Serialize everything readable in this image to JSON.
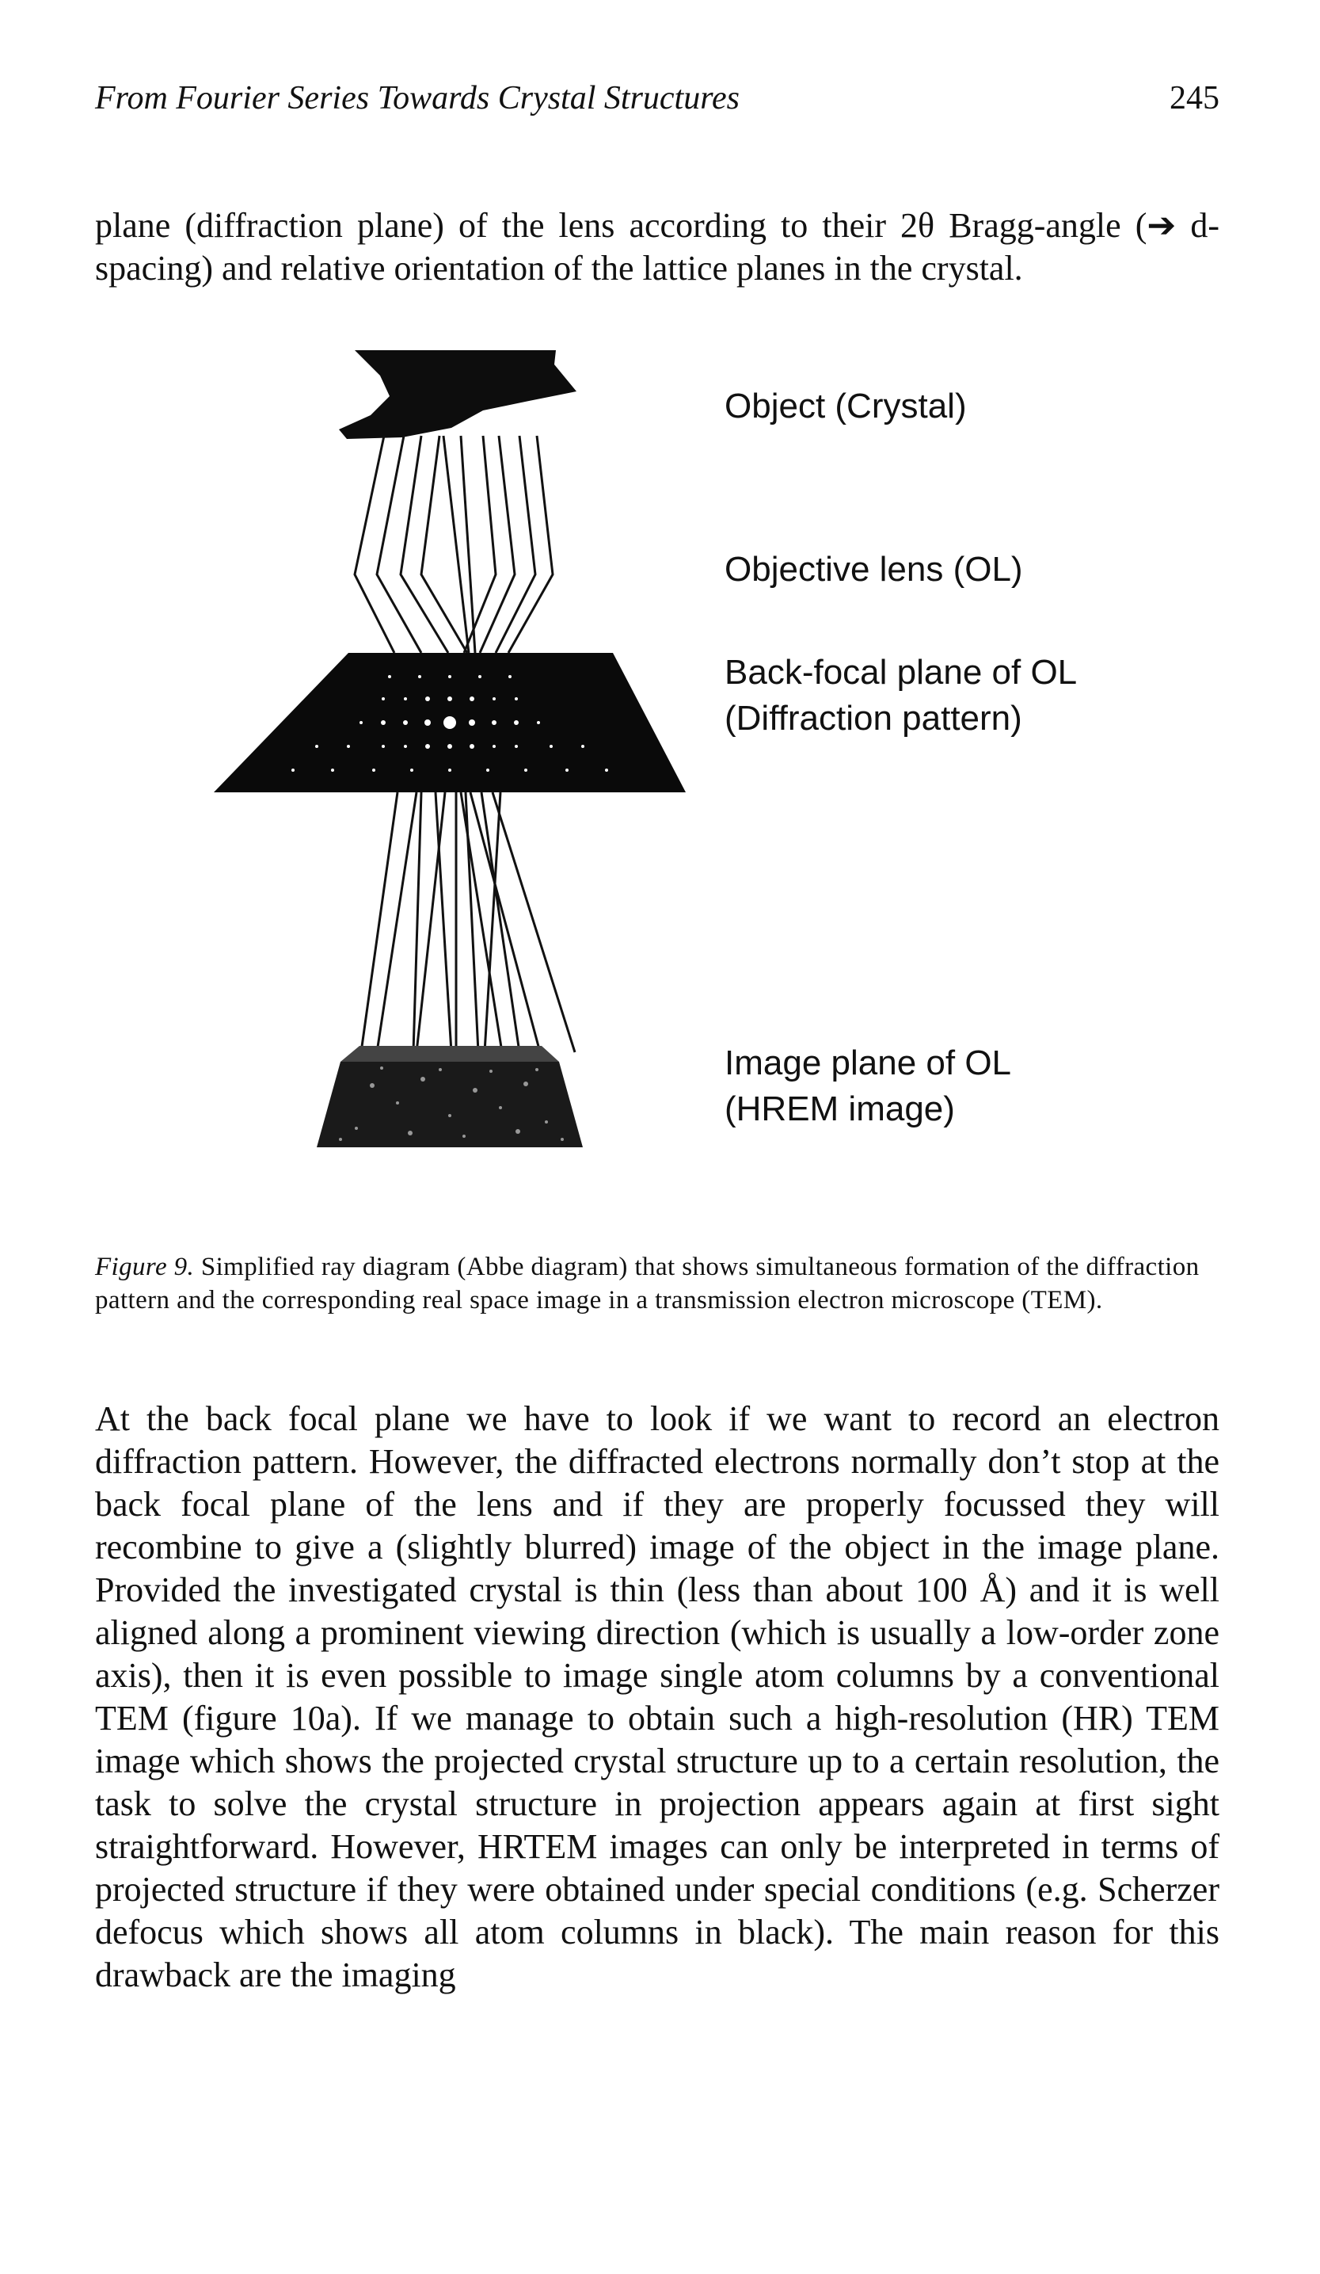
{
  "header": {
    "running_title": "From Fourier Series Towards Crystal Structures",
    "page_number": "245"
  },
  "intro_paragraph": "plane (diffraction plane) of the lens according to their 2θ Bragg-angle (➔ d-spacing) and relative orientation of the lattice planes in the crystal.",
  "figure": {
    "labels": {
      "object": "Object (Crystal)",
      "objective_lens": "Objective lens (OL)",
      "back_focal_line1": "Back-focal plane of OL",
      "back_focal_line2": "(Diffraction pattern)",
      "image_line1": "Image plane of OL",
      "image_line2": "(HREM image)"
    },
    "caption": {
      "lead": "Figure 9.",
      "text": "Simplified ray diagram (Abbe diagram) that shows simultaneous formation of the diffraction pattern and the corresponding real space image in a transmission electron microscope (TEM)."
    }
  },
  "body_paragraph": "At the back focal plane we have to look if we want to record an electron diffraction pattern. However, the diffracted electrons normally don’t stop at the back focal plane of the lens and if they are properly focussed they will recombine to give a (slightly blurred) image of the object in the image plane. Provided the investigated crystal is thin (less than about 100 Å) and it is well aligned along a prominent viewing direction (which is usually a low-order zone axis), then it is even possible to image single atom columns by a conventional TEM (figure 10a). If we manage to obtain such a high-resolution (HR) TEM image which shows the projected crystal structure up to a certain resolution, the task to solve the crystal structure in projection appears again at first sight straightforward. However, HRTEM images can only be interpreted in terms of projected structure if they were obtained under special conditions (e.g. Scherzer defocus which shows all atom columns in black). The main reason for this drawback are the imaging"
}
